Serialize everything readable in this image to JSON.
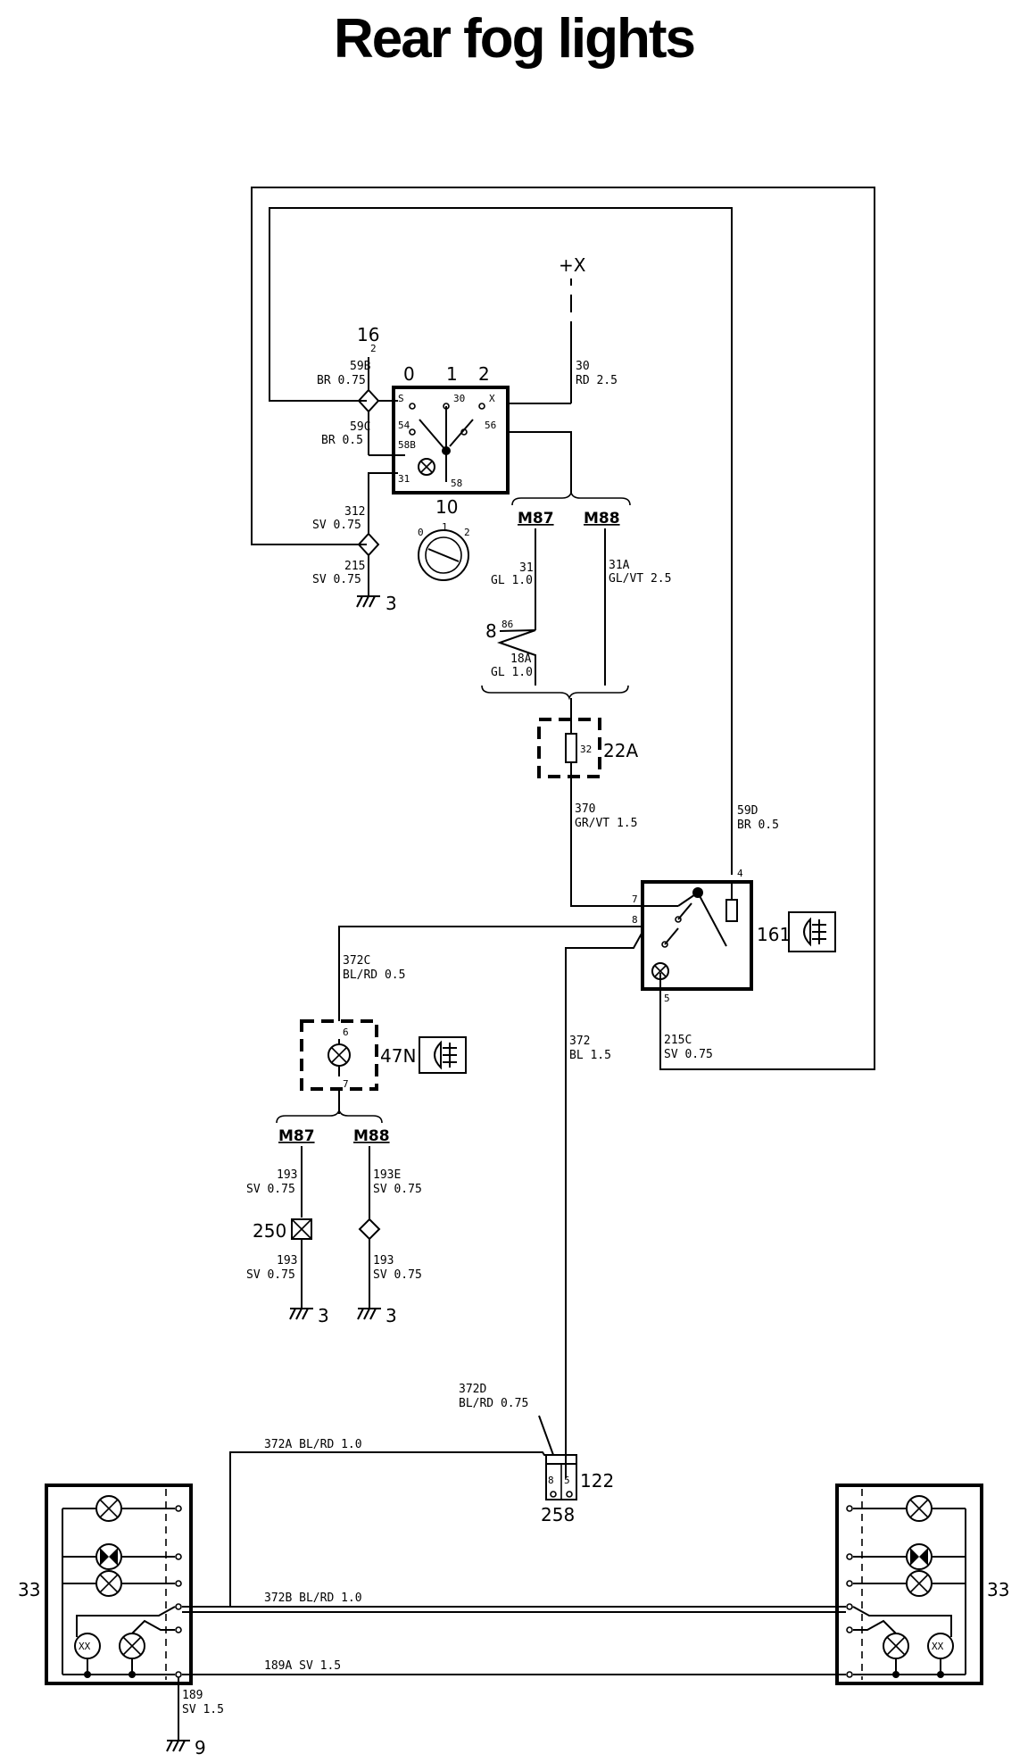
{
  "title": "Rear fog lights",
  "supply": "+X",
  "components": {
    "switch": "10",
    "relay": "161",
    "fuse_box": "22A",
    "fuse_pin": "32",
    "lamp_47n": "47N",
    "junction_16": "16",
    "junction_16_pin": "2",
    "junction_8": "8",
    "junction_8_pin": "86",
    "junction_250": "250",
    "connector_122": "122",
    "connector_258": "258",
    "rear_light_left": "33",
    "rear_light_right": "33",
    "ground_3a": "3",
    "ground_3b": "3",
    "ground_3c": "3",
    "ground_9": "9"
  },
  "switch_positions": [
    "0",
    "1",
    "2"
  ],
  "switch_terminals": {
    "s": "S",
    "t30": "30",
    "x": "X",
    "t54": "54",
    "t56": "56",
    "t58b": "58B",
    "t31": "31",
    "t58": "58"
  },
  "relay_pins": {
    "p4": "4",
    "p7": "7",
    "p8": "8",
    "p5": "5"
  },
  "lamp_pins": {
    "p6": "6",
    "p7": "7"
  },
  "connector_258_pins": [
    "8",
    "5"
  ],
  "variants": {
    "upper_m87": "M87",
    "upper_m88": "M88",
    "lower_m87": "M87",
    "lower_m88": "M88"
  },
  "wires": {
    "w59b": [
      "59B",
      "BR 0.75"
    ],
    "w59c": [
      "59C",
      "BR 0.5"
    ],
    "w312": [
      "312",
      "SV 0.75"
    ],
    "w215": [
      "215",
      "SV 0.75"
    ],
    "w30": [
      "30",
      "RD 2.5"
    ],
    "w31": [
      "31",
      "GL 1.0"
    ],
    "w31a": [
      "31A",
      "GL/VT 2.5"
    ],
    "w18a": [
      "18A",
      "GL 1.0"
    ],
    "w370": [
      "370",
      "GR/VT 1.5"
    ],
    "w59d": [
      "59D",
      "BR 0.5"
    ],
    "w372c": [
      "372C",
      "BL/RD 0.5"
    ],
    "w372": [
      "372",
      "BL 1.5"
    ],
    "w215c": [
      "215C",
      "SV 0.75"
    ],
    "w193a": [
      "193",
      "SV 0.75"
    ],
    "w193e": [
      "193E",
      "SV 0.75"
    ],
    "w193b": [
      "193",
      "SV 0.75"
    ],
    "w193c": [
      "193",
      "SV 0.75"
    ],
    "w372d": [
      "372D",
      "BL/RD 0.75"
    ],
    "w372a": "372A BL/RD 1.0",
    "w372b": "372B BL/RD 1.0",
    "w189a": "189A SV 1.5",
    "w189": [
      "189",
      "SV 1.5"
    ]
  },
  "bulb_marks": {
    "fog": "XX"
  }
}
